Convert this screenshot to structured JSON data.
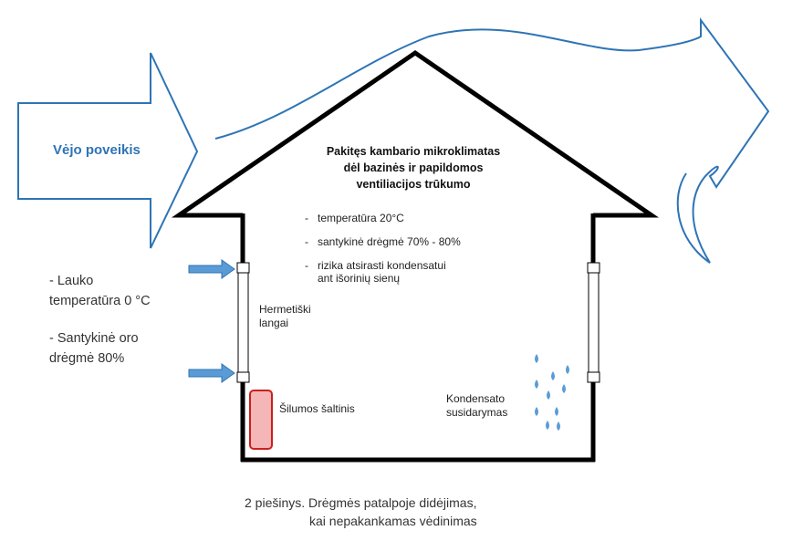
{
  "wind_label": "Vėjo poveikis",
  "house_title": {
    "line1": "Pakitęs kambario mikroklimatas",
    "line2": "dėl bazinės ir papildomos",
    "line3": "ventiliacijos trūkumo"
  },
  "indoor_conditions": [
    {
      "line1": "temperatūra 20°C",
      "line2": ""
    },
    {
      "line1": "santykinė drėgmė  70% -  80%",
      "line2": ""
    },
    {
      "line1": "rizika atsirasti kondensatui",
      "line2": "ant išorinių sienų"
    }
  ],
  "outdoor_conditions": {
    "temp_line1": "- Lauko",
    "temp_line2": "temperatūra 0 °C",
    "hum_line1": "- Santykinė oro",
    "hum_line2": "drėgmė  80%"
  },
  "labels": {
    "windows_line1": "Hermetiški",
    "windows_line2": "langai",
    "heat_source": "Šilumos šaltinis",
    "condensation_line1": "Kondensato",
    "condensation_line2": "susidarymas"
  },
  "caption": {
    "line1": "2 piešinys. Drėgmės patalpoje didėjimas,",
    "line2": "kai nepakankamas vėdinimas"
  },
  "colors": {
    "wind_arrow": "#2e74b5",
    "inflow_arrow": "#5b9bd5",
    "heater_fill": "#f4b6b6",
    "heater_stroke": "#cc1f1f",
    "droplet": "#5b9bd5",
    "house_outline": "#000000"
  },
  "icons": {
    "droplet": "water-droplet-icon",
    "inflow_arrow": "arrow-right-icon"
  }
}
